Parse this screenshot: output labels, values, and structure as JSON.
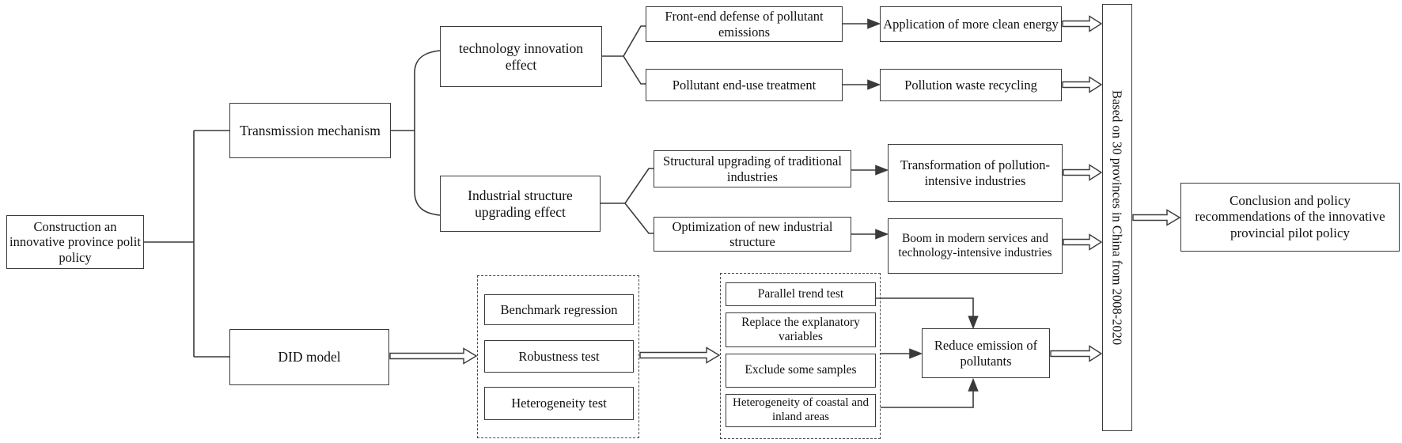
{
  "nodes": {
    "construction": "Construction an innovative province polit policy",
    "transmission": "Transmission mechanism",
    "did_model": "DID model",
    "technology_effect": "technology innovation effect",
    "industrial_effect": "Industrial structure upgrading effect",
    "front_end_defense": "Front-end defense of pollutant emissions",
    "clean_energy": "Application of more clean energy",
    "end_use_treatment": "Pollutant end-use treatment",
    "waste_recycling": "Pollution waste recycling",
    "structural_upgrading": "Structural upgrading of traditional industries",
    "transformation": "Transformation of pollution-intensive industries",
    "optimization": "Optimization of new industrial structure",
    "boom_services": "Boom in modern services and technology-intensive industries",
    "benchmark_regression": "Benchmark regression",
    "robustness_test": "Robustness test",
    "heterogeneity_test": "Heterogeneity test",
    "parallel_trend": "Parallel trend test",
    "replace_variables": "Replace the explanatory variables",
    "exclude_samples": "Exclude some samples",
    "coastal_inland": "Heterogeneity of coastal and inland areas",
    "reduce_emission": "Reduce emission of pollutants",
    "data_base": "Based on 30 provinces in China from 2008-2020",
    "conclusion": "Conclusion and policy recommendations of the innovative provincial pilot policy"
  },
  "colors": {
    "line": "#3a3a3a",
    "text": "#111111",
    "background": "#ffffff"
  }
}
